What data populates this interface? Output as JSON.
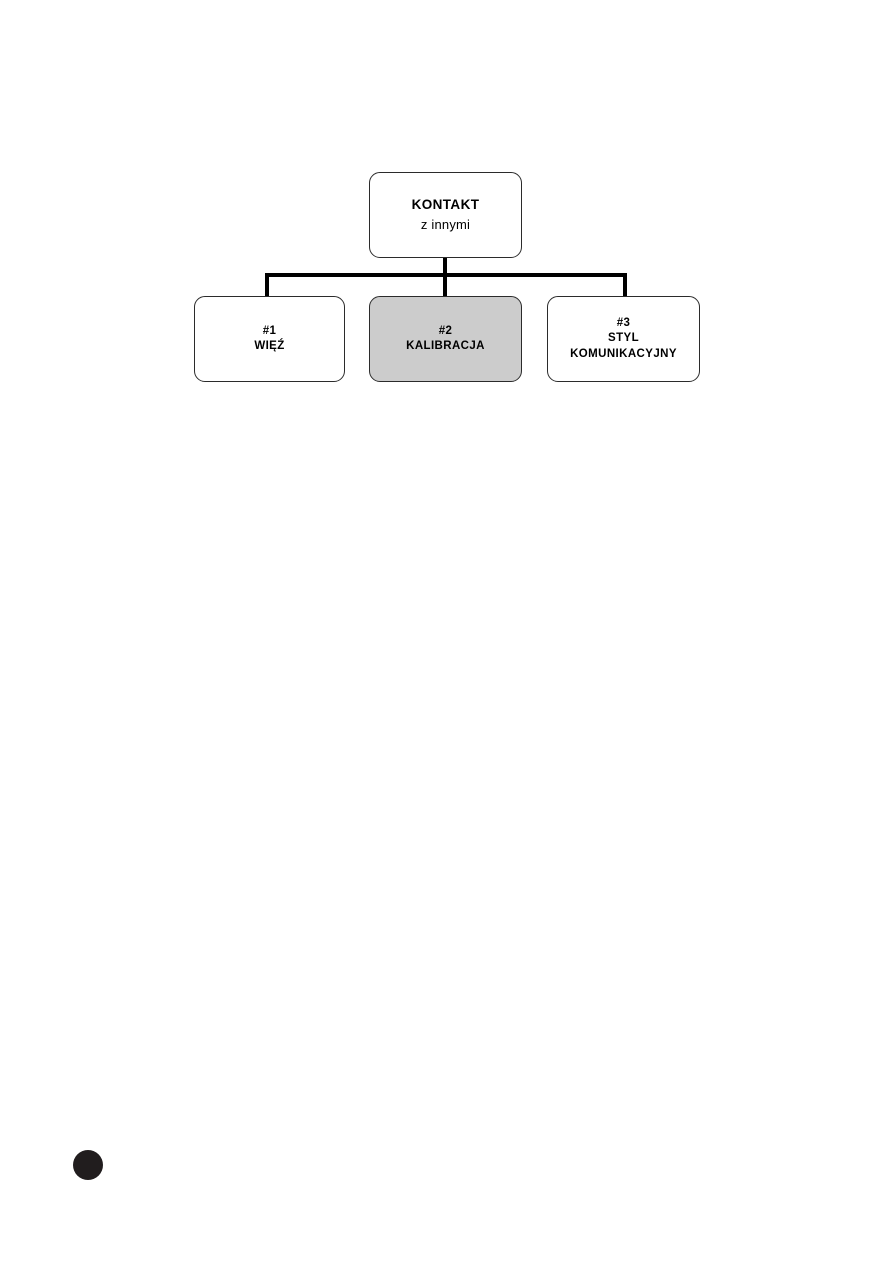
{
  "page": {
    "background_color": "#ffffff",
    "marker": {
      "name": "page-marker-dot",
      "color": "#211d1e"
    }
  },
  "diagram": {
    "type": "hierarchy",
    "orientation": "top-down",
    "line_color": "#000000",
    "box_border_color": "#2b2b2b",
    "highlight_color": "#cccccc",
    "root": {
      "title": "KONTAKT",
      "subtitle": "z innymi",
      "highlighted": false
    },
    "children": [
      {
        "number": "#1",
        "label_lines": [
          "WIĘŹ"
        ],
        "highlighted": false
      },
      {
        "number": "#2",
        "label_lines": [
          "KALIBRACJA"
        ],
        "highlighted": true
      },
      {
        "number": "#3",
        "label_lines": [
          "STYL",
          "KOMUNIKACYJNY"
        ],
        "highlighted": false
      }
    ]
  }
}
